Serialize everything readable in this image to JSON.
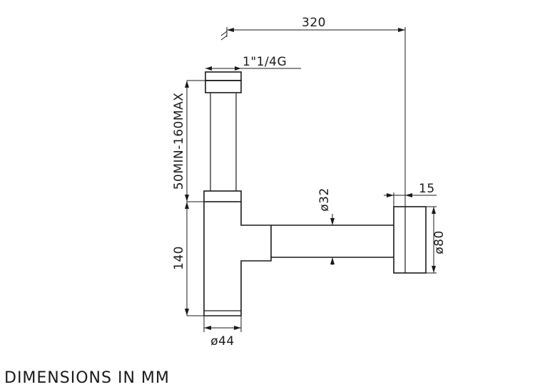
{
  "labels": {
    "overall_length": "320",
    "thread": "1\"1/4G",
    "height_adjust": "50MIN-160MAX",
    "body_height": "140",
    "outlet_diameter": "ø32",
    "flange_thickness": "15",
    "flange_diameter": "ø80",
    "body_diameter": "ø44"
  },
  "caption": "DIMENSIONS IN MM"
}
